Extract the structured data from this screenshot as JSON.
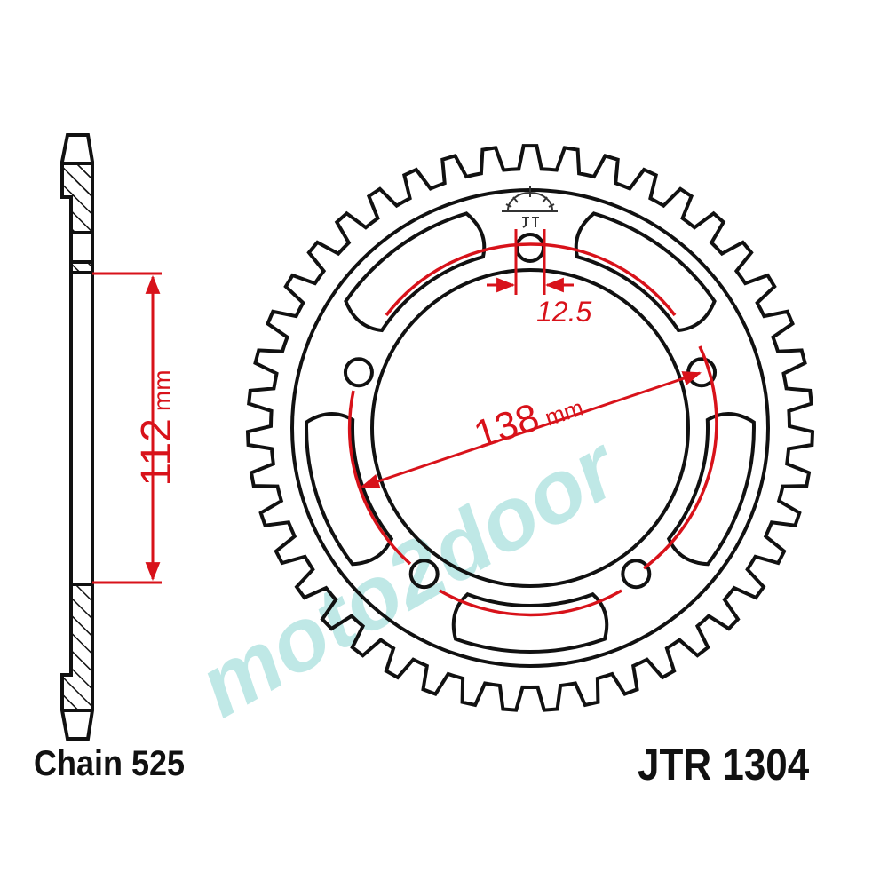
{
  "chain_label": "Chain 525",
  "part_number": "JTR 1304",
  "dimensions": {
    "thickness": "112",
    "thickness_unit": "mm",
    "bolt_hole": "12.5",
    "pcd": "138",
    "pcd_unit": "mm"
  },
  "bolt_holes": 5,
  "teeth": 43,
  "watermark": "moto2door",
  "colors": {
    "outline": "#111111",
    "dimension": "#d8121a",
    "watermark": "#bfe8e6"
  }
}
